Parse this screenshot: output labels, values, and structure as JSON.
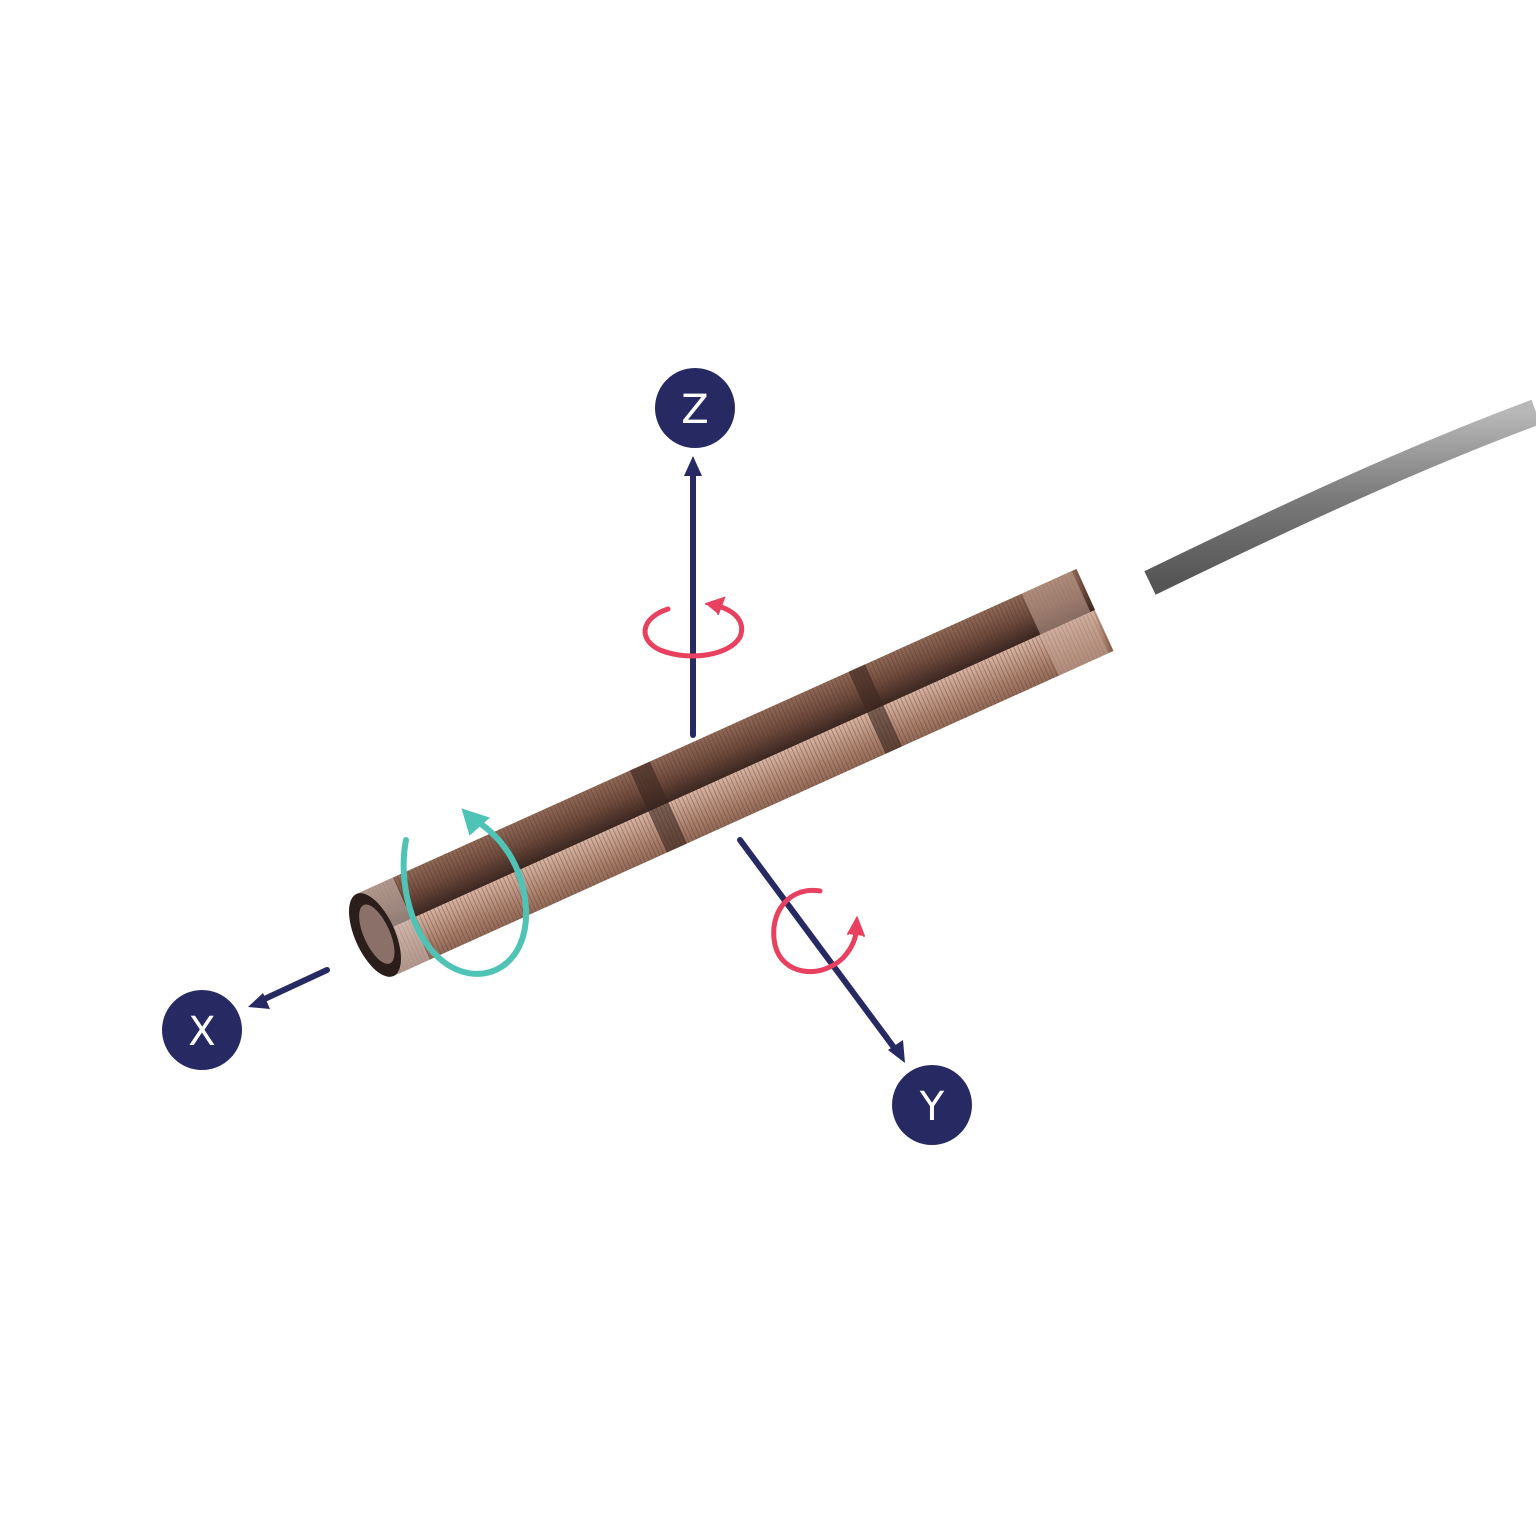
{
  "axes": {
    "x": {
      "label": "X"
    },
    "y": {
      "label": "Y"
    },
    "z": {
      "label": "Z"
    }
  },
  "colors": {
    "axis": "#272a62",
    "rotation_yz": "#e8405f",
    "rotation_x": "#4fc4b6",
    "coil": "#9a6a55",
    "cable": "#8a8a8a"
  }
}
